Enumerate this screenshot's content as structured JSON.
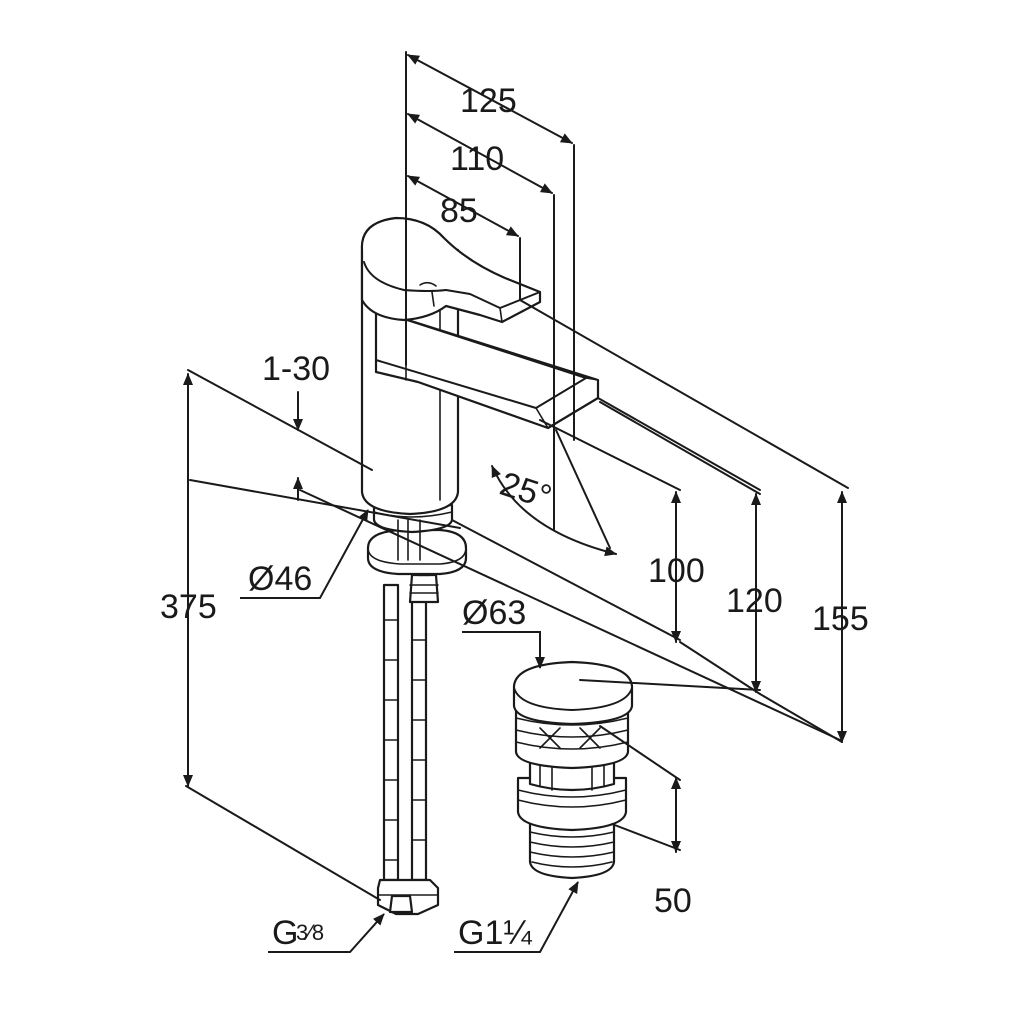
{
  "dimensions": {
    "d125": "125",
    "d110": "110",
    "d85": "85",
    "d1_30": "1-30",
    "d25deg": "25°",
    "d46": "Ø46",
    "d375": "375",
    "d100": "100",
    "d120": "120",
    "d155": "155",
    "d63": "Ø63",
    "d50": "50",
    "g38_main": "G",
    "g38_frac": "3⁄8",
    "g114": "G1¼"
  }
}
